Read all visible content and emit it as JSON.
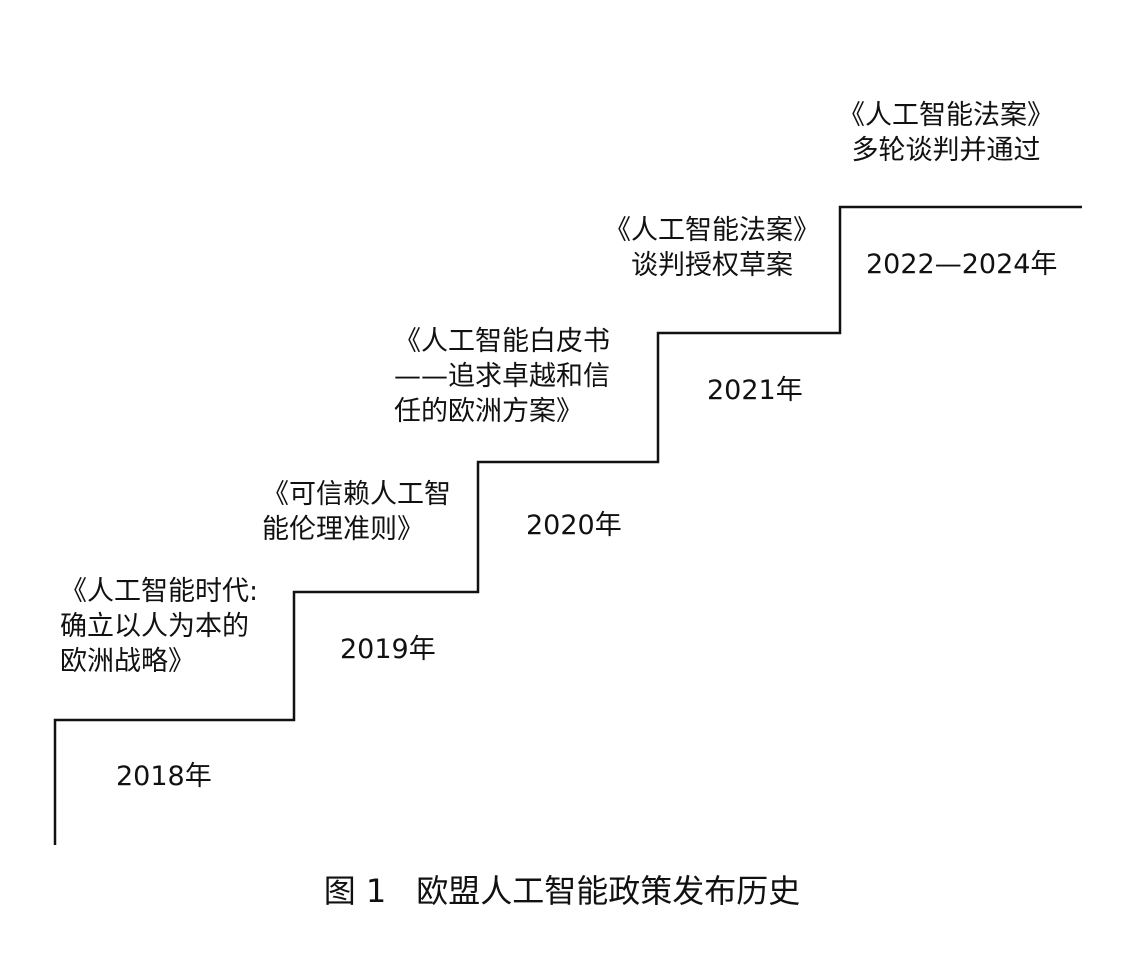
{
  "steps": [
    {
      "year": "2018年",
      "policy_lines": [
        "《人工智能时代:",
        "确立以人为本的",
        "欧洲战略》"
      ]
    },
    {
      "year": "2019年",
      "policy_lines": [
        "《可信赖人工智",
        "能伦理准则》"
      ]
    },
    {
      "year": "2020年",
      "policy_lines": [
        "《人工智能白皮书",
        "——追求卓越和信",
        "任的欧洲方案》"
      ]
    },
    {
      "year": "2021年",
      "policy_lines": [
        "《人工智能法案》",
        "谈判授权草案"
      ]
    },
    {
      "year": "2022—2024年",
      "policy_lines": [
        "《人工智能法案》",
        "多轮谈判并通过"
      ]
    }
  ],
  "caption": {
    "figure_number": "图 1",
    "title": "欧盟人工智能政策发布历史"
  },
  "line_color": "#111111"
}
